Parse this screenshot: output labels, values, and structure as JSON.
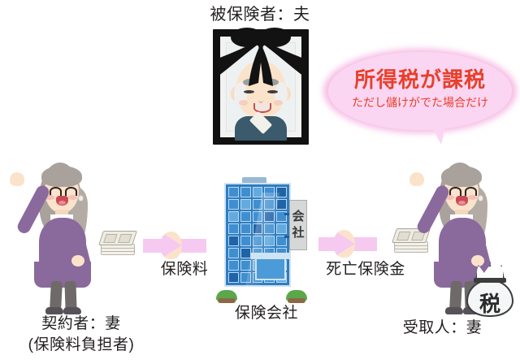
{
  "diagram": {
    "title_insured": "被保険者：夫",
    "callout": {
      "main": "所得税が課税",
      "sub": "ただし儲けがでた場合だけ",
      "text_color": "#e8402a",
      "bubble_color": "#fbd6f2",
      "glow_color": "#f4a7dc"
    },
    "left_person": {
      "label_main": "契約者：妻",
      "label_sub": "(保険料負担者)",
      "dress_color": "#8a6a9c"
    },
    "center": {
      "label": "保険会社",
      "sign_char_top": "会",
      "sign_char_bottom": "社",
      "building_color": "#2f7dc1"
    },
    "right_person": {
      "label_main": "受取人：妻",
      "dress_color": "#8a6a9c"
    },
    "arrows": [
      {
        "label": "保険料",
        "color": "#f6c9f1",
        "direction": "right"
      },
      {
        "label": "死亡保険金",
        "color": "#f6c9f1",
        "direction": "right"
      }
    ],
    "tax_bag": {
      "char": "税"
    },
    "icons": {
      "memorial_portrait": "memorial-portrait-icon",
      "mourning_ribbon": "mourning-ribbon-icon",
      "money_bundle": "money-bundle-icon",
      "office_building": "office-building-icon",
      "tax_bag": "tax-bag-icon"
    }
  }
}
